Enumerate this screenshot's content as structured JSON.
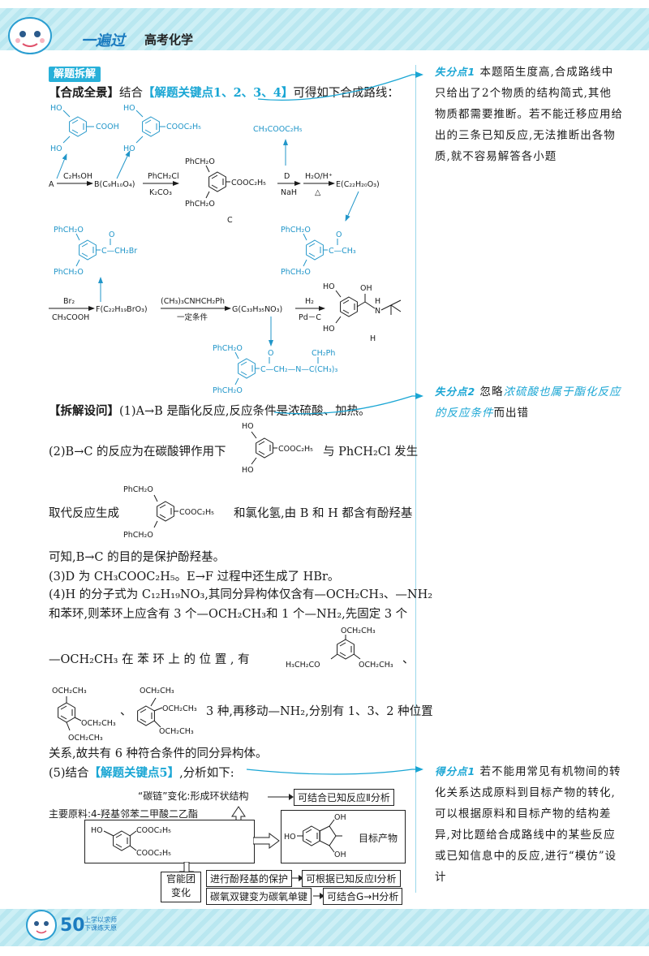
{
  "header": {
    "series": "一遍过",
    "subject": "高考化学"
  },
  "footer": {
    "page_number": "50",
    "slogan_1": "上学以求师",
    "slogan_2": "下课练天原"
  },
  "section": {
    "tag": "解题拆解"
  },
  "synthesis": {
    "lead_bracket": "【合成全景】",
    "lead_pre": "结合",
    "lead_keypoint": "【解题关键点1、2、3、4】",
    "lead_post": "可得如下合成路线：",
    "labels": {
      "A": "A",
      "c2h5oh": "C₂H₅OH",
      "B": "B(C₉H₁₀O₄)",
      "phch2cl": "PhCH₂Cl",
      "k2co3": "K₂CO₃",
      "C": "C",
      "D": "D",
      "nah": "NaH",
      "h2o_h": "H₂O/H⁺",
      "delta": "△",
      "E": "E(C₂₂H₂₀O₃)",
      "ch3cooc2h5": "CH₃COOC₂H₅",
      "cooh": "COOH",
      "cooc2h5": "COOC₂H₅",
      "ho": "HO",
      "phch2o": "PhCH₂O",
      "c_ch2br": "C—CH₂Br",
      "c_ch3": "C—CH₃",
      "o": "O",
      "br2": "Br₂",
      "ch3cooh": "CH₃COOH",
      "F": "F(C₂₂H₁₉BrO₃)",
      "amine": "(CH₃)₃CNHCH₂Ph",
      "cond": "一定条件",
      "G": "G(C₃₃H₃₅NO₃)",
      "h2": "H₂",
      "pdc": "Pd－C",
      "H": "H",
      "oh": "OH",
      "n": "N",
      "h": "H",
      "g_chain": "C—CH₂—N—C(CH₃)₃",
      "ch2ph": "CH₂Ph"
    }
  },
  "analysis": {
    "bracket": "【拆解设问】",
    "q1": "(1)A→B 是酯化反应,反应条件是浓硫酸、加热。",
    "q2_a": "(2)B→C 的反应为在碳酸钾作用下",
    "q2_b": "与 PhCH₂Cl 发生",
    "q2_c": "取代反应生成",
    "q2_d": "和氯化氢,由 B 和 H 都含有酚羟基",
    "q2_e": "可知,B→C 的目的是保护酚羟基。",
    "q3": "(3)D 为 CH₃COOC₂H₅。E→F 过程中还生成了 HBr。",
    "q4_a": "(4)H 的分子式为 C₁₂H₁₉NO₃,其同分异构体仅含有—OCH₂CH₃、—NH₂",
    "q4_b": "和苯环,则苯环上应含有 3 个—OCH₂CH₃和 1 个—NH₂,先固定 3 个",
    "q4_c": "—OCH₂CH₃ 在 苯 环 上 的 位 置 , 有",
    "q4_d": "、",
    "q4_e": "、",
    "q4_f": "3 种,再移动—NH₂,分别有 1、3、2 种位置",
    "q4_g": "关系,故共有 6 种符合条件的同分异构体。",
    "q5_pre": "(5)结合",
    "q5_kp": "【解题关键点5】",
    "q5_post": ",分析如下:",
    "och2ch3": "OCH₂CH₃",
    "h3ch2co": "H₃CH₂CO"
  },
  "flow": {
    "carbon_chain": "“碳链”变化:形成环状结构",
    "rxn2": "可结合已知反应Ⅱ分析",
    "raw_label": "主要原料:4-羟基邻苯二甲酸二乙酯",
    "target": "目标产物",
    "fg_1": "官能团",
    "fg_2": "变化",
    "protect": "进行酚羟基的保护",
    "rxn1": "可根据已知反应Ⅰ分析",
    "co_reduce": "碳氧双键变为碳氧单键",
    "g_to_h": "可结合G→H分析"
  },
  "side_notes": {
    "n1_label": "失分点1",
    "n1_text": "本题陌生度高,合成路线中只给出了2个物质的结构简式,其他物质都需要推断。若不能迁移应用给出的三条已知反应,无法推断出各物质,就不容易解答各小题",
    "n2_label": "失分点2",
    "n2_pre": "忽略",
    "n2_blue": "浓硫酸也属于酯化反应的反应条件",
    "n2_post": "而出错",
    "n3_label": "得分点1",
    "n3_text": "若不能用常见有机物间的转化关系达成原料到目标产物的转化,可以根据原料和目标产物的结构差异,对比题给合成路线中的某些反应或已知信息中的反应,进行“模仿”设计"
  },
  "colors": {
    "accent": "#1aa6d4",
    "band": "#c6ecf4",
    "tag": "#27b0d9"
  }
}
